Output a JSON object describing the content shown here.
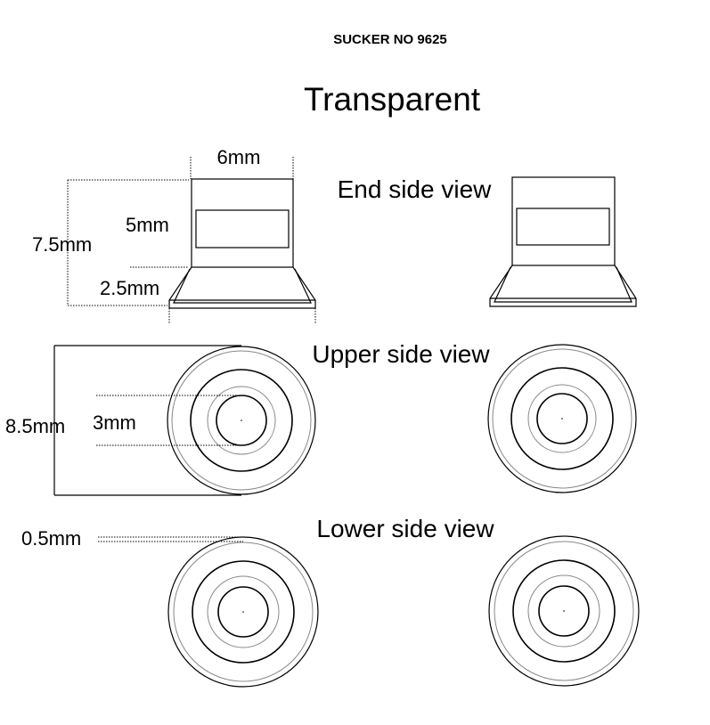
{
  "title": "SUCKER NO 9625",
  "subtitle": "Transparent",
  "views": {
    "end": "End side view",
    "upper": "Upper side view",
    "lower": "Lower side view"
  },
  "dimensions": {
    "width_top": "6mm",
    "total_height": "7.5mm",
    "inner_height": "5mm",
    "flange_height": "2.5mm",
    "outer_diameter": "8.5mm",
    "inner_diameter": "3mm",
    "rim_thickness": "0.5mm"
  },
  "colors": {
    "line": "#000000",
    "secondary_line": "#888888",
    "background": "#ffffff"
  }
}
